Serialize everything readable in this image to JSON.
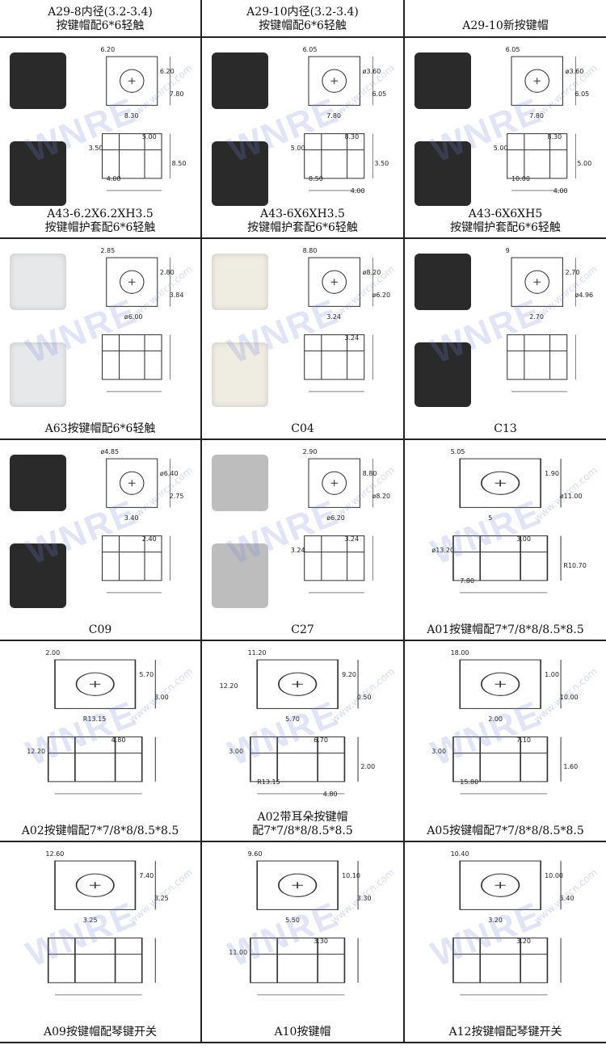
{
  "watermark": {
    "logo": "WNRE",
    "url": "www.wnrcn.com"
  },
  "cells": [
    {
      "caption": [
        "A29-8内径(3.2-3.4)",
        "按键帽配6*6轻触"
      ],
      "photo": "none",
      "dims": []
    },
    {
      "caption": [
        "A29-10内径(3.2-3.4)",
        "按键帽配6*6轻触"
      ],
      "photo": "none",
      "dims": []
    },
    {
      "caption": [
        "A29-10新按键帽"
      ],
      "photo": "none",
      "dims": []
    },
    {
      "caption": [
        "A43-6.2X6.2XH3.5",
        "按键帽护套配6*6轻触"
      ],
      "photo": "dark",
      "dims": [
        "6.20",
        "6.20",
        "7.80",
        "8.30",
        "5.00",
        "3.50",
        "8.50",
        "4.00"
      ]
    },
    {
      "caption": [
        "A43-6X6XH3.5",
        "按键帽护套配6*6轻触"
      ],
      "photo": "dark",
      "dims": [
        "6.05",
        "ø3.60",
        "6.05",
        "7.80",
        "8.30",
        "5.00",
        "3.50",
        "8.50",
        "4.00"
      ]
    },
    {
      "caption": [
        "A43-6X6XH5",
        "按键帽护套配6*6轻触"
      ],
      "photo": "dark",
      "dims": [
        "6.05",
        "ø3.60",
        "6.05",
        "7.80",
        "8.30",
        "5.00",
        "5.00",
        "10.00",
        "4.00"
      ]
    },
    {
      "caption": [
        "A63按键帽配6*6轻触"
      ],
      "photo": "clear",
      "dims": [
        "2.85",
        "2.80",
        "3.84",
        "ø6.00"
      ]
    },
    {
      "caption": [
        "C04"
      ],
      "photo": "white",
      "dims": [
        "8.80",
        "ø8.20",
        "ø6.20",
        "3.24",
        "3.24"
      ]
    },
    {
      "caption": [
        "C13"
      ],
      "photo": "dark",
      "dims": [
        "9",
        "2.70",
        "ø4.96",
        "2.70"
      ]
    },
    {
      "caption": [
        "C09"
      ],
      "photo": "dark",
      "dims": [
        "ø4.85",
        "ø6.40",
        "2.75",
        "3.40",
        "2.40"
      ]
    },
    {
      "caption": [
        "C27"
      ],
      "photo": "gray",
      "dims": [
        "2.90",
        "8.80",
        "ø8.20",
        "ø6.20",
        "3.24",
        "3.24"
      ]
    },
    {
      "caption": [
        "A01按键帽配7*7/8*8/8.5*8.5"
      ],
      "photo": "none",
      "dims": [
        "5.05",
        "1.90",
        "ø11.00",
        "5",
        "3.00",
        "ø13.20",
        "R10.70",
        "7.80"
      ]
    },
    {
      "caption": [
        "A02按键帽配7*7/8*8/8.5*8.5"
      ],
      "photo": "none",
      "dims": [
        "2.00",
        "5.70",
        "3.00",
        "R13.15",
        "4.80",
        "12.20"
      ]
    },
    {
      "caption": [
        "A02带耳朵按键帽",
        "配7*7/8*8/8.5*8.5"
      ],
      "photo": "none",
      "dims": [
        "11.20",
        "9.20",
        "0.50",
        "5.70",
        "6.70",
        "3.00",
        "2.00",
        "R13.15",
        "4.80",
        "12.20"
      ]
    },
    {
      "caption": [
        "A05按键帽配7*7/8*8/8.5*8.5"
      ],
      "photo": "none",
      "dims": [
        "18.00",
        "1.00",
        "10.00",
        "2.00",
        "7.10",
        "3.00",
        "1.60",
        "15.80"
      ]
    },
    {
      "caption": [
        "A09按键帽配琴键开关"
      ],
      "photo": "none",
      "dims": [
        "12.60",
        "7.40",
        "3.25",
        "3.25"
      ]
    },
    {
      "caption": [
        "A10按键帽"
      ],
      "photo": "none",
      "dims": [
        "9.60",
        "10.10",
        "3.30",
        "5.50",
        "3.30",
        "11.00"
      ]
    },
    {
      "caption": [
        "A12按键帽配琴键开关"
      ],
      "photo": "none",
      "dims": [
        "10.40",
        "10.00",
        "5.40",
        "3.20",
        "3.20"
      ]
    }
  ],
  "colors": {
    "dark": "#2a2a2a",
    "clear": "#e6e8ea",
    "white": "#efece2",
    "gray": "#bdbdbd"
  }
}
